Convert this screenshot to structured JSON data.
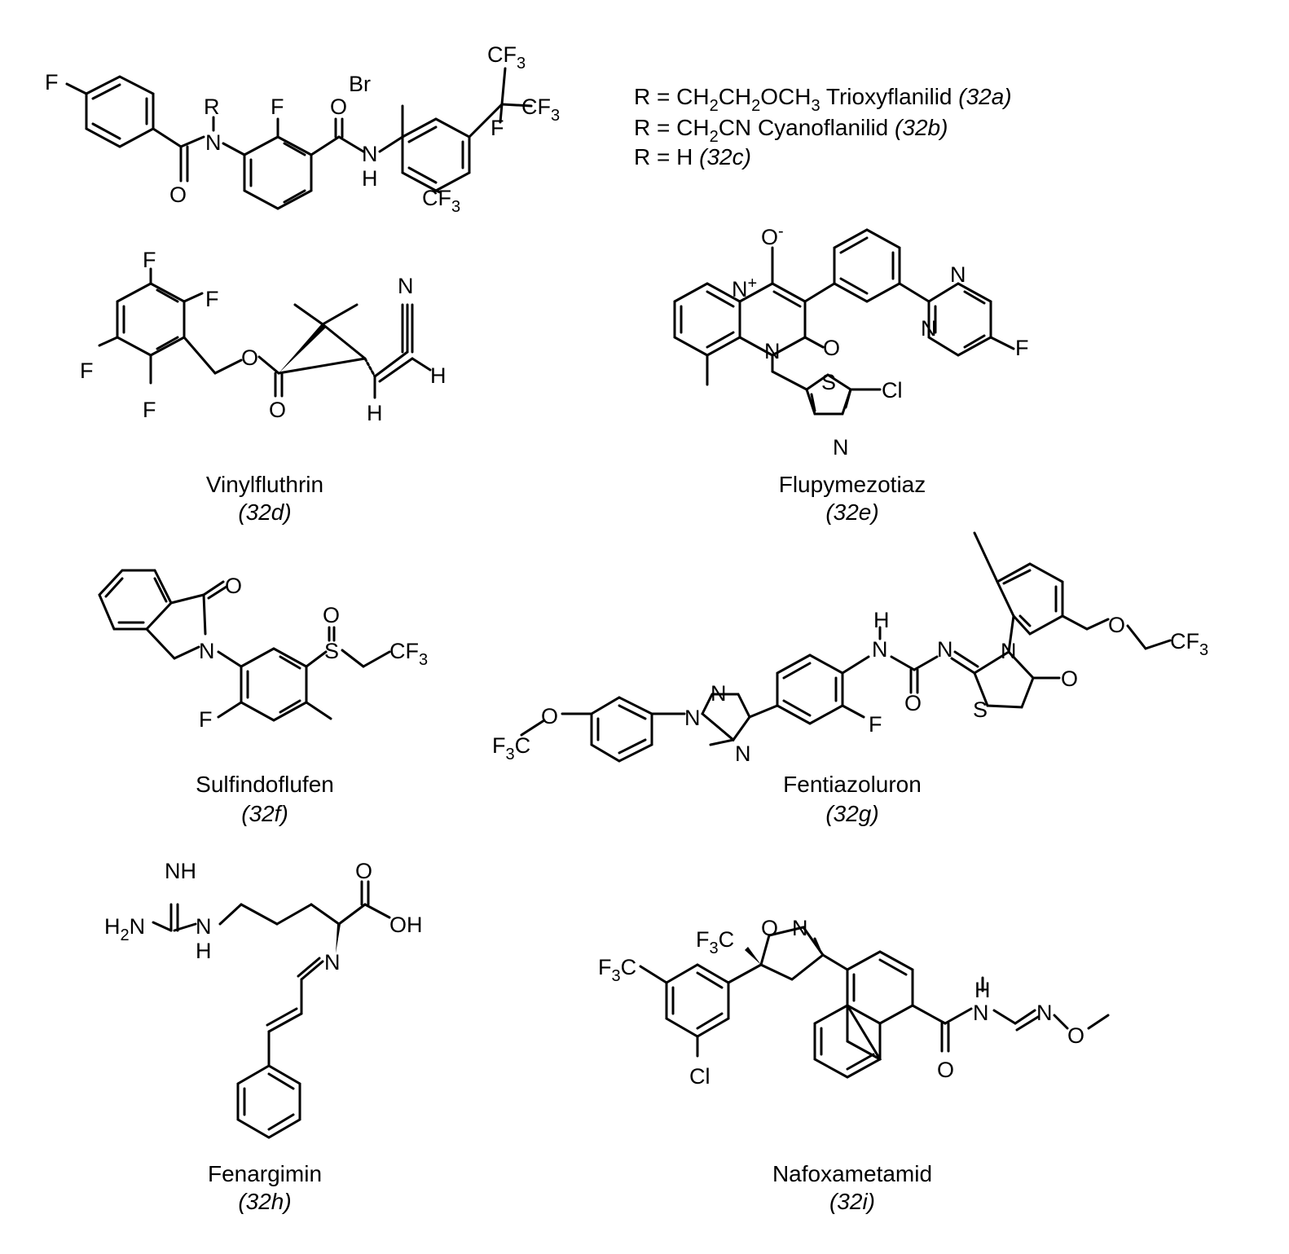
{
  "r_definitions": [
    {
      "prefix": "R = CH",
      "name": "Trioxyflanilid",
      "code": "(32a)"
    },
    {
      "prefix": "R = CH",
      "name": "Cyanoflanilid",
      "code": "(32b)"
    },
    {
      "prefix": "R = H",
      "name": "",
      "code": "(32c)"
    }
  ],
  "compounds": {
    "d": {
      "name": "Vinylfluthrin",
      "code": "(32d)"
    },
    "e": {
      "name": "Flupymezotiaz",
      "code": "(32e)"
    },
    "f": {
      "name": "Sulfindoflufen",
      "code": "(32f)"
    },
    "g": {
      "name": "Fentiazoluron",
      "code": "(32g)"
    },
    "h": {
      "name": "Fenargimin",
      "code": "(32h)"
    },
    "i": {
      "name": "Nafoxametamid",
      "code": "(32i)"
    }
  },
  "atoms": {
    "F": "F",
    "O": "O",
    "N": "N",
    "H": "H",
    "R": "R",
    "Br": "Br",
    "S": "S",
    "Cl": "Cl",
    "NH": "NH",
    "OH": "OH",
    "CF3": "CF",
    "three": "3",
    "two": "2",
    "plus": "+",
    "minus": "-",
    "NC": "N"
  }
}
